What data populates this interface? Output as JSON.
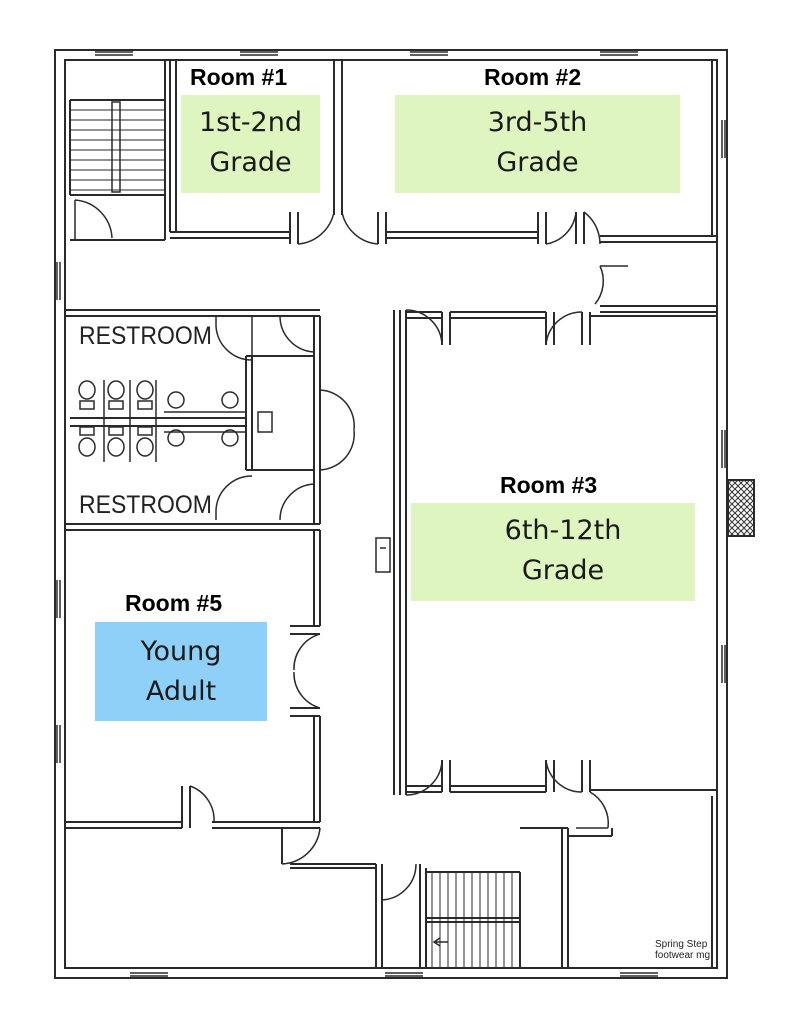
{
  "rooms": {
    "room1": {
      "title": "Room #1",
      "grade_line1": "1st-2nd",
      "grade_line2": "Grade"
    },
    "room2": {
      "title": "Room #2",
      "grade_line1": "3rd-5th",
      "grade_line2": "Grade"
    },
    "room3": {
      "title": "Room #3",
      "grade_line1": "6th-12th",
      "grade_line2": "Grade"
    },
    "room5": {
      "title": "Room #5",
      "grade_line1": "Young",
      "grade_line2": "Adult"
    }
  },
  "restrooms": {
    "upper": "RESTROOM",
    "lower": "RESTROOM"
  },
  "credit": {
    "line1": "Spring Step",
    "line2": "footwear mg"
  },
  "colors": {
    "green_highlight": "#dff5bf",
    "blue_highlight": "#8ed0f7",
    "wall": "#2a2a2a"
  }
}
